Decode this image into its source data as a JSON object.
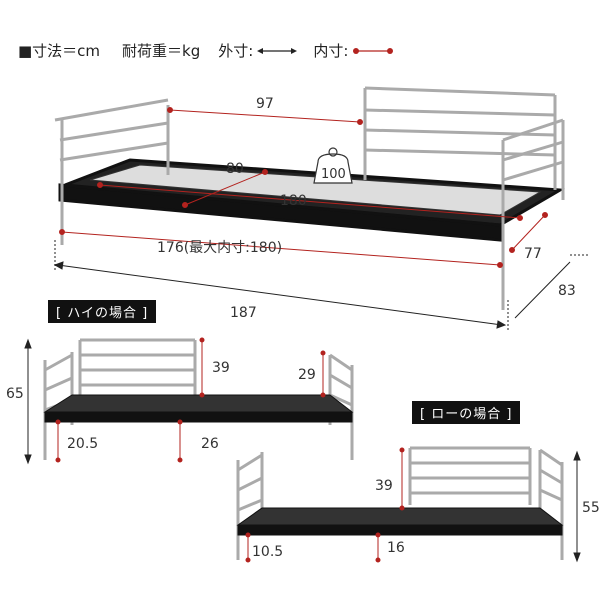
{
  "legend": {
    "unit": "■寸法＝cm",
    "load": "耐荷重＝kg",
    "outer": "外寸:",
    "inner": "内寸:"
  },
  "colors": {
    "inner_line": "#b3231f",
    "outer_line": "#222222",
    "frame": "#b0b0b0",
    "deck": "#1a1a1a"
  },
  "top_view": {
    "width_inner_rail": "97",
    "depth_inner": "80",
    "load_capacity": "100",
    "length_inner": "180",
    "length_inner_side": "176(最大内寸:180)",
    "depth_inner_side": "77",
    "length_outer": "187",
    "depth_outer": "83"
  },
  "high": {
    "label": "[ ハイの場合 ]",
    "height_total": "65",
    "headboard_height": "39",
    "footboard_height": "29",
    "deck_height": "20.5",
    "under_clearance": "26"
  },
  "low": {
    "label": "[ ローの場合 ]",
    "headboard_height": "39",
    "height_total": "55",
    "deck_height": "10.5",
    "under_clearance": "16"
  }
}
